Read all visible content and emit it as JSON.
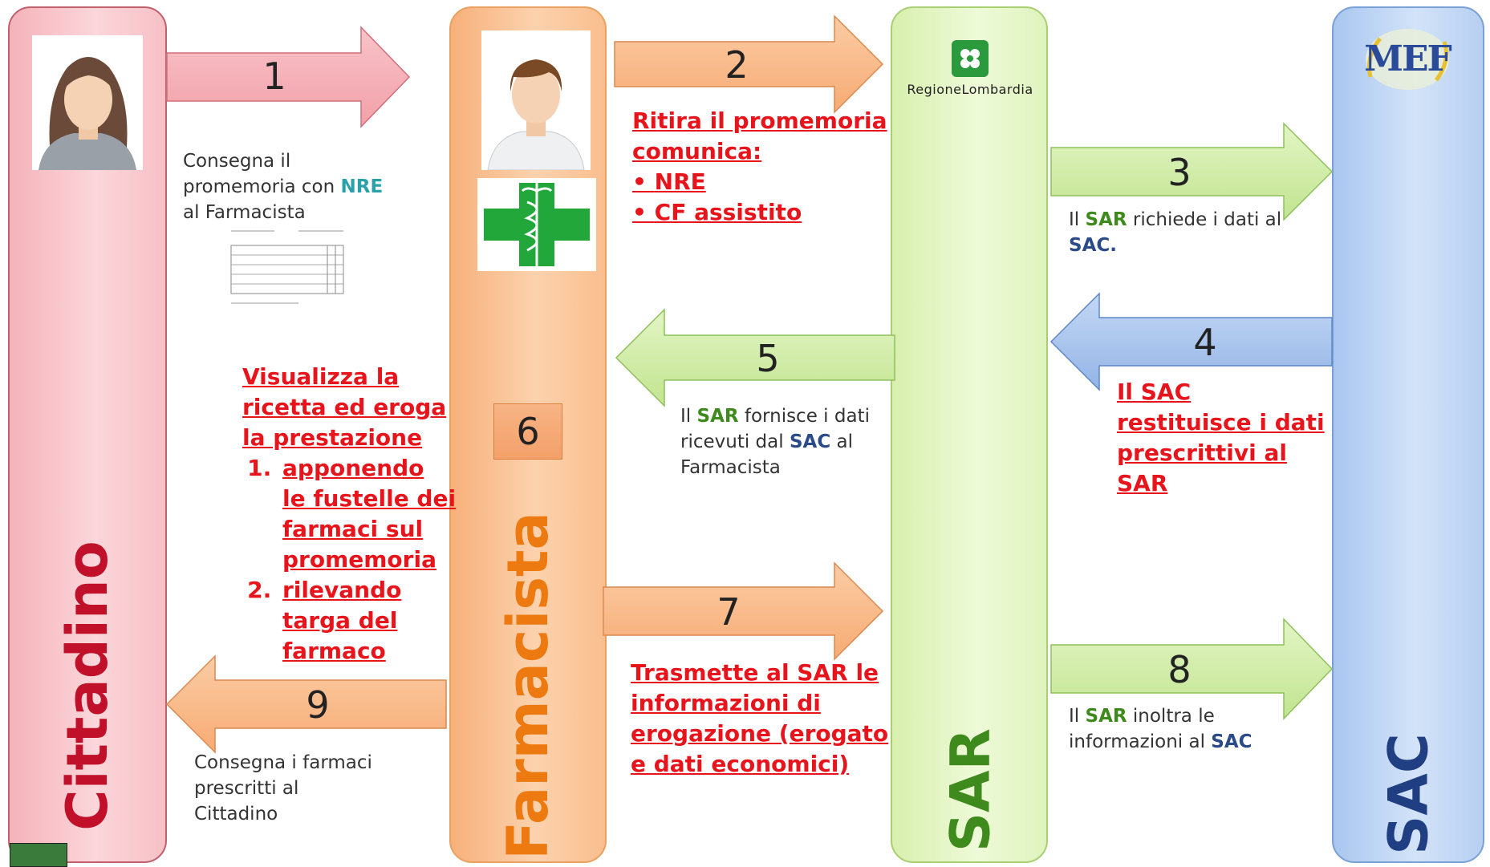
{
  "lanes": {
    "cittadino": "Cittadino",
    "farmacista": "Farmacista",
    "sar": "SAR",
    "sac": "SAC"
  },
  "steps": {
    "s1": "1",
    "s2": "2",
    "s3": "3",
    "s4": "4",
    "s5": "5",
    "s6": "6",
    "s7": "7",
    "s8": "8",
    "s9": "9"
  },
  "text1": {
    "a": "Consegna il",
    "b": "promemoria con",
    "nre": "NRE",
    "c": "al Farmacista"
  },
  "text2": {
    "l1": "Ritira il promemoria",
    "l2": "comunica:",
    "i1": "NRE",
    "i2": "CF assistito"
  },
  "text3": {
    "pre": "Il",
    "sar": "SAR",
    "mid": "richiede  i dati al",
    "sac": "SAC."
  },
  "text4": {
    "l1": "Il SAC",
    "l2": "restituisce  i dati",
    "l3": "prescrittivi  al",
    "l4": "SAR"
  },
  "text5": {
    "pre": "Il",
    "sar": "SAR",
    "a": "fornisce i dati",
    "b": "ricevuti dal",
    "sac": "SAC",
    "c": "al",
    "d": "Farmacista"
  },
  "text6": {
    "l1": "Visualizza la",
    "l2": "ricetta  ed  eroga",
    "l3": "la prestazione",
    "s1a": "apponendo",
    "s1b": "le fustelle  dei",
    "s1c": "farmaci sul",
    "s1d": "promemoria",
    "s2a": "rilevando",
    "s2b": "targa del",
    "s2c": "farmaco"
  },
  "text7": {
    "l1": "Trasmette  al SAR le",
    "l2": "informazioni di",
    "l3": "erogazione (erogato",
    "l4": "e dati economici)"
  },
  "text8": {
    "pre": "Il",
    "sar": "SAR",
    "a": "inoltra le",
    "b": "informazioni al",
    "sac": "SAC"
  },
  "text9": {
    "l1": "Consegna i farmaci",
    "l2": "prescritti al",
    "l3": "Cittadino"
  },
  "logos": {
    "regione": "RegioneLombardia",
    "mef": "MEF"
  },
  "colors": {
    "pink": "#f4a7b0",
    "orange": "#f8b482",
    "green": "#c7e89a",
    "blue": "#9dbbe8",
    "red_text": "#e8141c",
    "sar_green": "#3e8a1c",
    "sac_blue": "#2a4a88"
  }
}
